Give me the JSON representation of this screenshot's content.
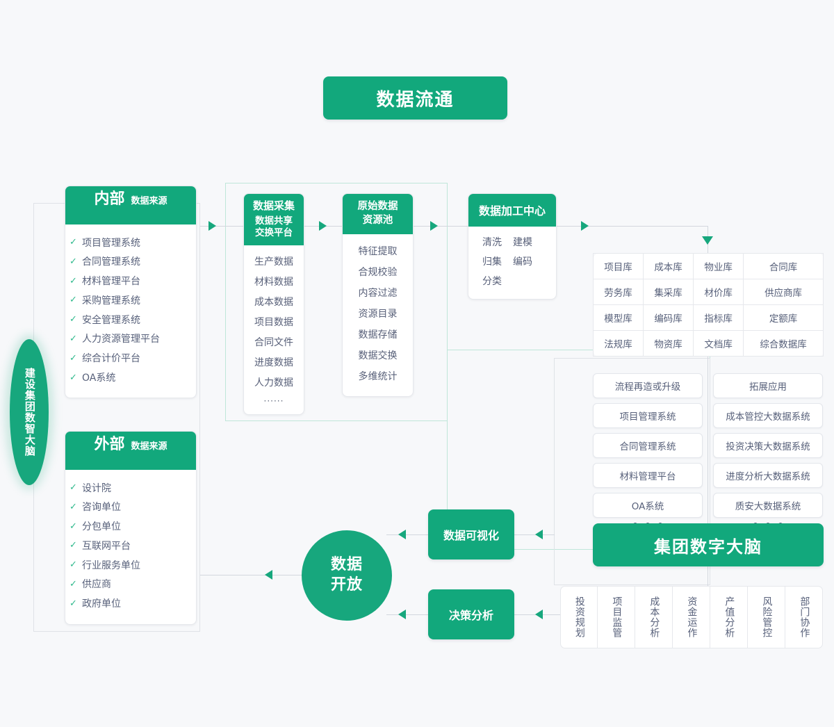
{
  "title": "数据流通",
  "brain_label": "建设集团数智大脑",
  "sources": {
    "internal": {
      "head_main": "内部",
      "head_sub": "数据来源",
      "items": [
        "项目管理系统",
        "合同管理系统",
        "材料管理平台",
        "采购管理系统",
        "安全管理系统",
        "人力资源管理平台",
        "综合计价平台",
        "OA系统"
      ]
    },
    "external": {
      "head_main": "外部",
      "head_sub": "数据来源",
      "items": [
        "设计院",
        "咨询单位",
        "分包单位",
        "互联网平台",
        "行业服务单位",
        "供应商",
        "政府单位"
      ]
    }
  },
  "pipeline": {
    "collect": {
      "head_line1": "数据采集",
      "head_line2": "数据共享\n交换平台",
      "items": [
        "生产数据",
        "材料数据",
        "成本数据",
        "项目数据",
        "合同文件",
        "进度数据",
        "人力数据"
      ],
      "more": "······"
    },
    "pool": {
      "head": "原始数据\n资源池",
      "items": [
        "特征提取",
        "合规校验",
        "内容过滤",
        "资源目录",
        "数据存储",
        "数据交换",
        "多维统计"
      ]
    },
    "process": {
      "head": "数据加工中心",
      "items": [
        "清洗",
        "建模",
        "归集",
        "编码",
        "分类"
      ]
    }
  },
  "databases": {
    "rows": [
      [
        "项目库",
        "成本库",
        "物业库",
        "合同库"
      ],
      [
        "劳务库",
        "集采库",
        "材价库",
        "供应商库"
      ],
      [
        "模型库",
        "编码库",
        "指标库",
        "定额库"
      ],
      [
        "法规库",
        "物资库",
        "文档库",
        "综合数据库"
      ]
    ]
  },
  "applications": {
    "left_column": [
      "流程再造或升级",
      "项目管理系统",
      "合同管理系统",
      "材料管理平台",
      "OA系统"
    ],
    "right_column": [
      "拓展应用",
      "成本管控大数据系统",
      "投资决策大数据系统",
      "进度分析大数据系统",
      "质安大数据系统"
    ],
    "left_dots": 3,
    "right_dots": 3
  },
  "digital_brain": "集团数字大脑",
  "functions": [
    "投资规划",
    "项目监管",
    "成本分析",
    "资金运作",
    "产值分析",
    "风险管控",
    "部门协作"
  ],
  "open_data": {
    "line1": "数据",
    "line2": "开放"
  },
  "outputs": {
    "visualization": "数据可视化",
    "decision": "决策分析"
  },
  "colors": {
    "brand_green": "#12a87c",
    "circle_green": "#17a77d",
    "text": "#57607a",
    "line": "#d3d7de",
    "frame_teal": "#bfe6d9",
    "frame_grey": "#dfe2e7",
    "background": "#f7f8fa"
  },
  "icons": {
    "check": "✓",
    "arrow_right": "arrow-right-icon",
    "arrow_left": "arrow-left-icon",
    "arrow_down": "arrow-down-icon"
  }
}
